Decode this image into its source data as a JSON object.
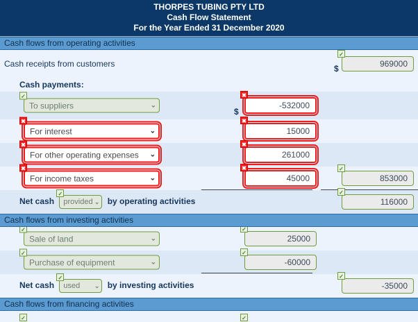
{
  "header": {
    "company": "THORPES TUBING PTY LTD",
    "statement": "Cash Flow Statement",
    "period": "For the Year Ended 31 December 2020"
  },
  "currency_symbol": "$",
  "chevron": "⌄",
  "badge_ok": "✓",
  "badge_bad": "✖",
  "sections": {
    "operating": {
      "title": "Cash flows from operating activities",
      "receipts_label": "Cash receipts from customers",
      "receipts_value": "969000",
      "receipts_status": "ok",
      "payments_label": "Cash payments:",
      "lines": [
        {
          "desc": "To suppliers",
          "desc_status": "ok",
          "amount": "-532000",
          "amount_status": "bad",
          "dollar": true
        },
        {
          "desc": "For interest",
          "desc_status": "bad",
          "amount": "15000",
          "amount_status": "bad",
          "dollar": false
        },
        {
          "desc": "For other operating expenses",
          "desc_status": "bad",
          "amount": "261000",
          "amount_status": "bad",
          "dollar": false
        },
        {
          "desc": "For income taxes",
          "desc_status": "bad",
          "amount": "45000",
          "amount_status": "bad",
          "dollar": false
        }
      ],
      "payments_total": "853000",
      "payments_total_status": "ok",
      "net_prefix": "Net cash",
      "net_select": "provided",
      "net_select_status": "ok",
      "net_suffix": "by operating activities",
      "net_value": "116000",
      "net_status": "ok"
    },
    "investing": {
      "title": "Cash flows from investing activities",
      "lines": [
        {
          "desc": "Sale of land",
          "desc_status": "ok",
          "amount": "25000",
          "amount_status": "ok"
        },
        {
          "desc": "Purchase of equipment",
          "desc_status": "ok",
          "amount": "-60000",
          "amount_status": "ok"
        }
      ],
      "net_prefix": "Net cash",
      "net_select": "used",
      "net_select_status": "ok",
      "net_suffix": "by investing activities",
      "net_value": "-35000",
      "net_status": "ok"
    },
    "financing": {
      "title": "Cash flows from financing activities"
    }
  }
}
